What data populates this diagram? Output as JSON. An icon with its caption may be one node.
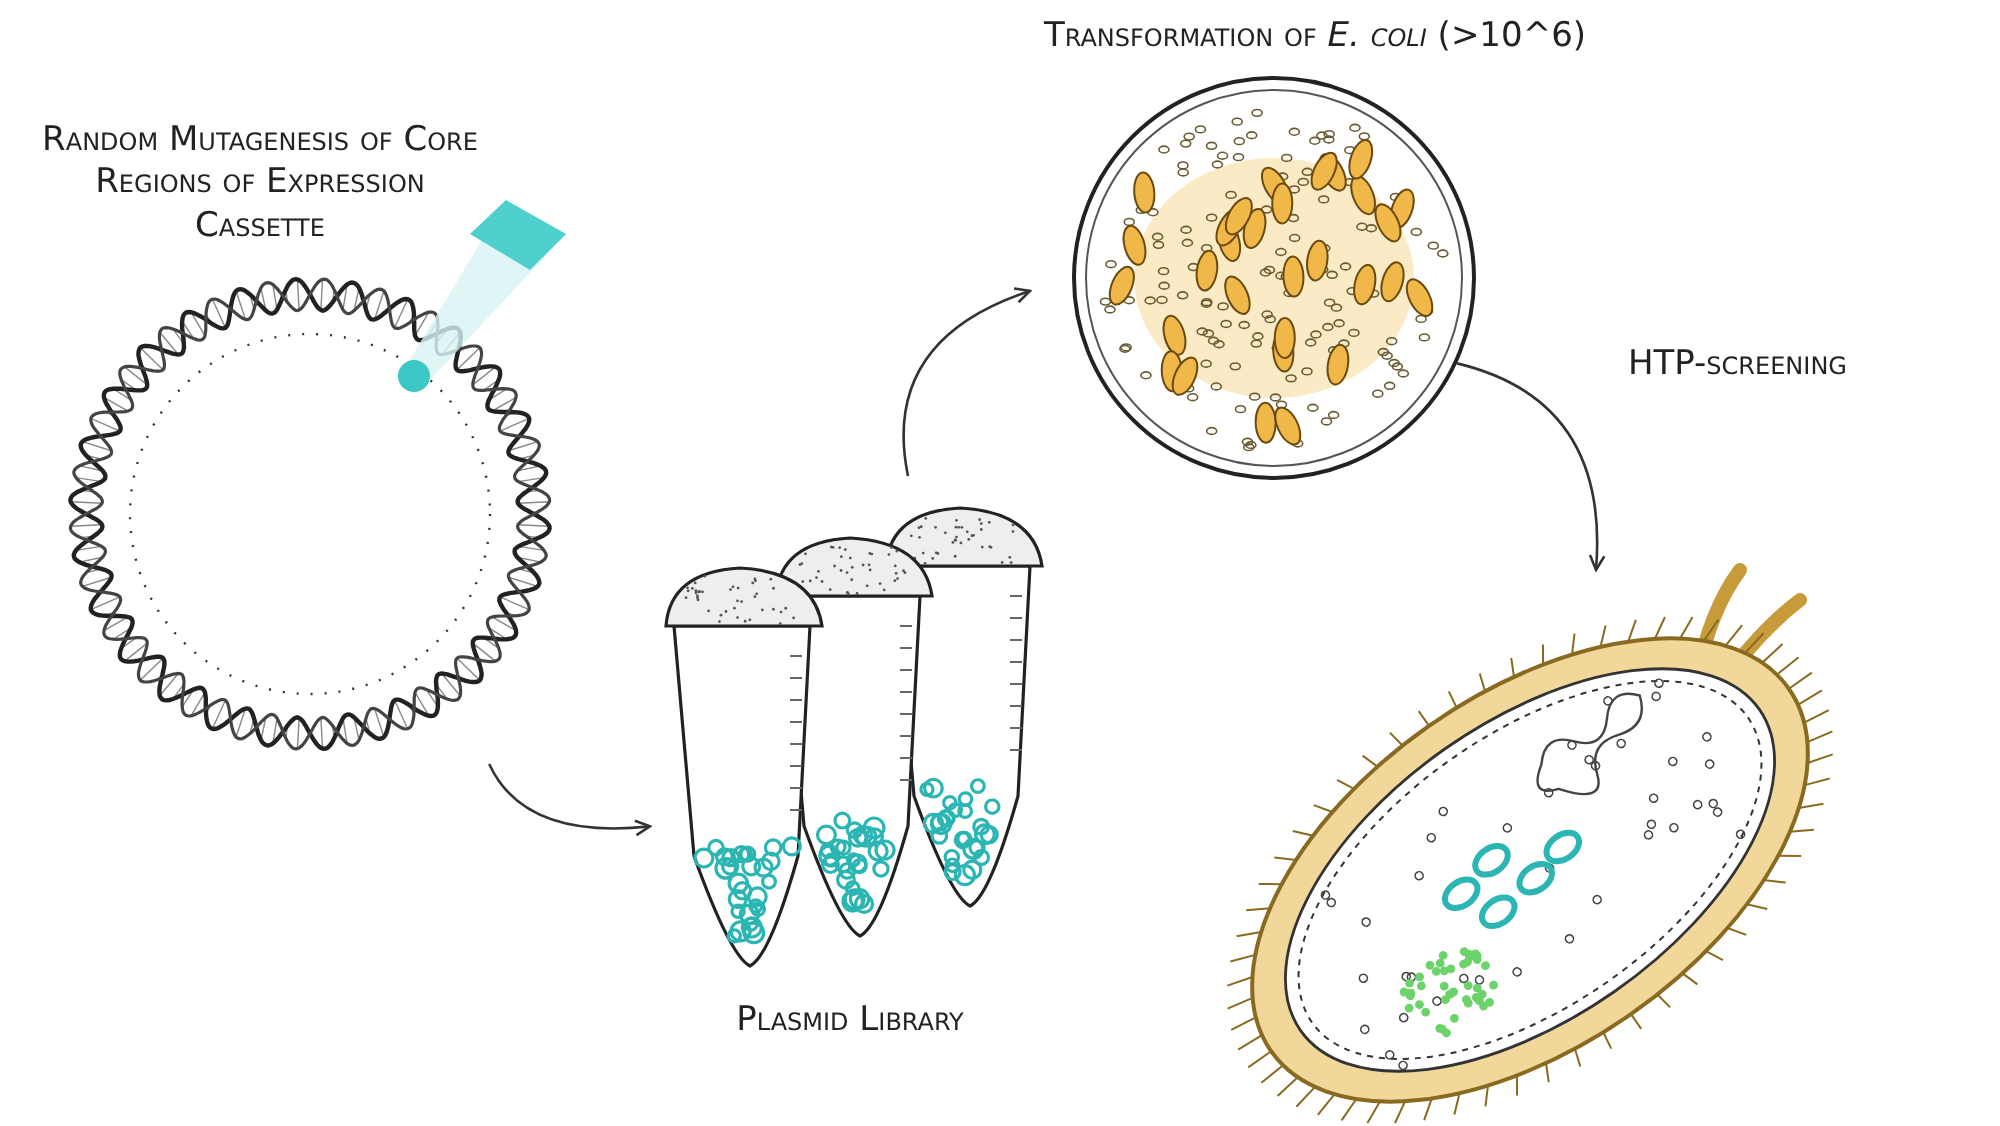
{
  "diagram": {
    "nodes": [
      {
        "text": [
          "Random Mutagenesis of Core Regions of Expression Cassette"
        ]
      },
      {
        "text": [
          "Plasmid Library"
        ]
      },
      {
        "text": [
          "Transformation of *E. coli* (>10^6)"
        ]
      },
      {
        "text": [],
        "shape": "picture"
      }
    ],
    "edges": [
      {
        "from": 0,
        "to": 1,
        "arrow": "to"
      },
      {
        "from": 1,
        "to": 2,
        "arrow": "to"
      },
      {
        "from": 2,
        "to": 3,
        "arrow": "to",
        "label": "HTP-screening"
      }
    ]
  }
}
